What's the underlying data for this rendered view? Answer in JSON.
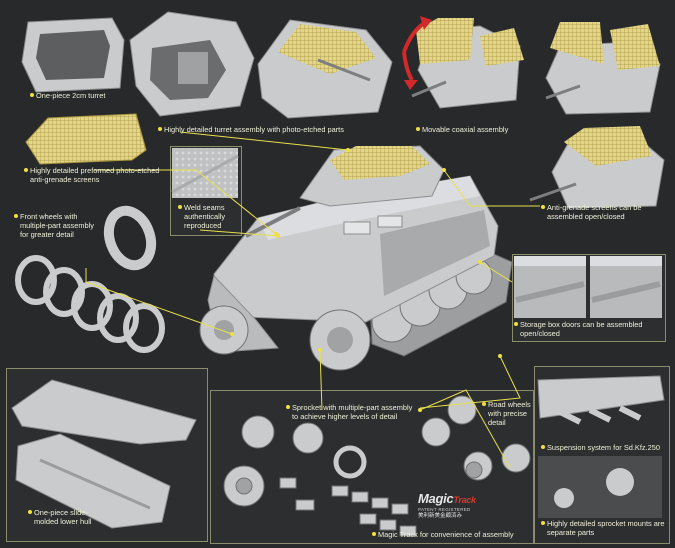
{
  "callouts": {
    "turret": "One-piece 2cm turret",
    "screens_l1": "Highly detailed preformed photo-etched",
    "screens_l2": "anti-grenade screens",
    "turret_assembly": "Highly detailed turret assembly with photo-etched parts",
    "coaxial": "Movable coaxial assembly",
    "anti_grenade_l1": "Anti-grenade screens can be",
    "anti_grenade_l2": "assembled open/closed",
    "weld_l1": "Weld seams",
    "weld_l2": "authentically",
    "weld_l3": "reproduced",
    "wheels_l1": "Front wheels with",
    "wheels_l2": "multiple-part assembly",
    "wheels_l3": "for greater detail",
    "storage_l1": "Storage box doors can be assembled",
    "storage_l2": "open/closed",
    "hull_l1": "One-piece slide-",
    "hull_l2": "molded lower hull",
    "sprocket_l1": "Sprocket with multiple-part  assembly",
    "sprocket_l2": "to achieve higher levels of detail",
    "road_l1": "Road wheels",
    "road_l2": "with precise",
    "road_l3": "detail",
    "suspension": "Suspension system for Sd.Kfz.250",
    "magic_track": "Magic Track for convenience of assembly",
    "sprocket_mounts_l1": "Highly detailed sprocket mounts are",
    "sprocket_mounts_l2": "separate parts"
  },
  "logo": {
    "word1": "Magic",
    "word2": "Track",
    "sub1": "PATENT REGISTERED",
    "sub2": "美利新美金顧済み"
  },
  "colors": {
    "background": "#27292b",
    "callout_line": "#e8e04a",
    "plastic": "#c9cbcd",
    "photo_etch": "#e3d58a"
  }
}
